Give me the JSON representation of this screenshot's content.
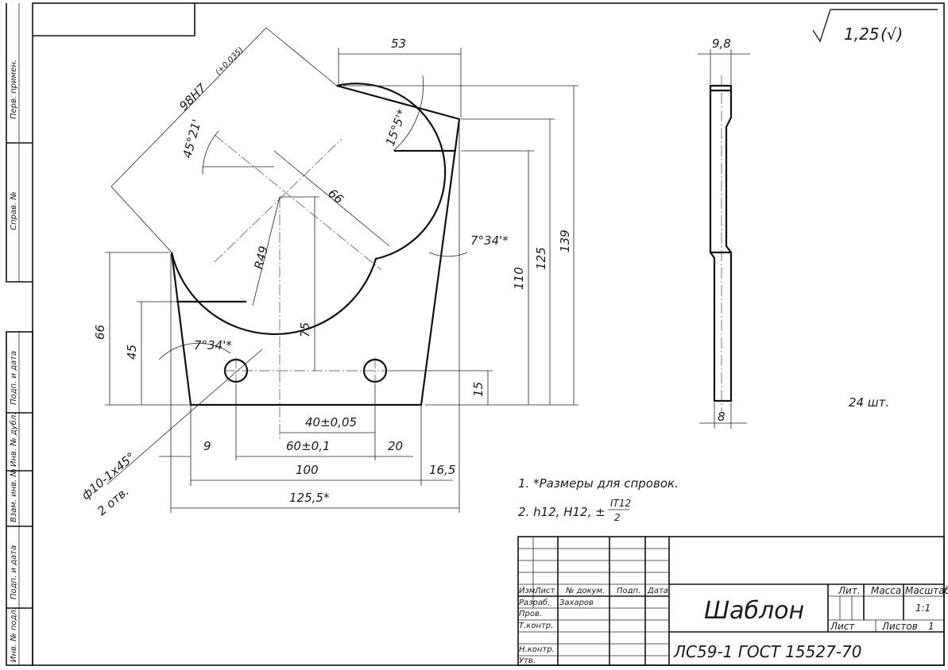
{
  "side_strip": {
    "perv_primen": "Перв. примен.",
    "sprav_no": "Справ. №",
    "podp_i_data_1": "Подп. и дата",
    "inv_no_dubl": "Инв. № дубл.",
    "vzam_inv_no": "Взам. инв. №",
    "podp_i_data_2": "Подп. и дата",
    "inv_no_podl": "Инв. № подл."
  },
  "roughness": {
    "value": "1,25",
    "suffix": "(√)"
  },
  "dims": {
    "d53": "53",
    "d98": "98H7",
    "d98_tol": "(+0,035)",
    "a45": "45°21'",
    "a15": "15°5'*",
    "d66a": "66",
    "r49": "R49",
    "a734_right": "7°34'*",
    "a734_left": "7°34'*",
    "d110": "110",
    "d125": "125",
    "d139": "139",
    "d66b": "66",
    "d45": "45",
    "d75": "75",
    "d15": "15",
    "d40": "40±0,05",
    "d60": "60±0,1",
    "d9": "9",
    "d20": "20",
    "d100": "100",
    "d165": "16,5",
    "d1255": "125,5*",
    "hole": "ф10-1х45°",
    "holes_count": "2 отв.",
    "d98s": "9,8",
    "d8": "8"
  },
  "quantity": "24 шт.",
  "notes": {
    "n1": "1. *Размеры для спровок.",
    "n2_pre": "2. h12, H12, ±",
    "n2_num": "IT12",
    "n2_den": "2"
  },
  "title_block": {
    "col_izm": "Изм.",
    "col_list": "Лист",
    "col_doc": "№ докум.",
    "col_podp": "Подп.",
    "col_data": "Дата",
    "row_razrab": "Разраб.",
    "razrab_name": "Захаров",
    "row_prov": "Пров.",
    "row_tkontr": "Т.контр.",
    "row_nkontr": "Н.контр.",
    "row_utv": "Утв.",
    "title": "Шаблон",
    "material": "ЛС59-1 ГОСТ 15527-70",
    "lit": "Лит.",
    "massa": "Масса",
    "masshtab": "Масштаб",
    "scale_value": "1:1",
    "list": "Лист",
    "listov": "Листов",
    "listov_value": "1"
  }
}
